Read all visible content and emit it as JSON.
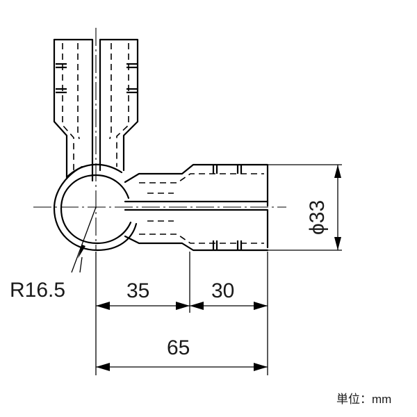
{
  "labels": {
    "radius": "R16.5",
    "dim_left": "35",
    "dim_right": "30",
    "dim_total": "65",
    "diameter": "ϕ33",
    "unit": "単位：mm"
  }
}
